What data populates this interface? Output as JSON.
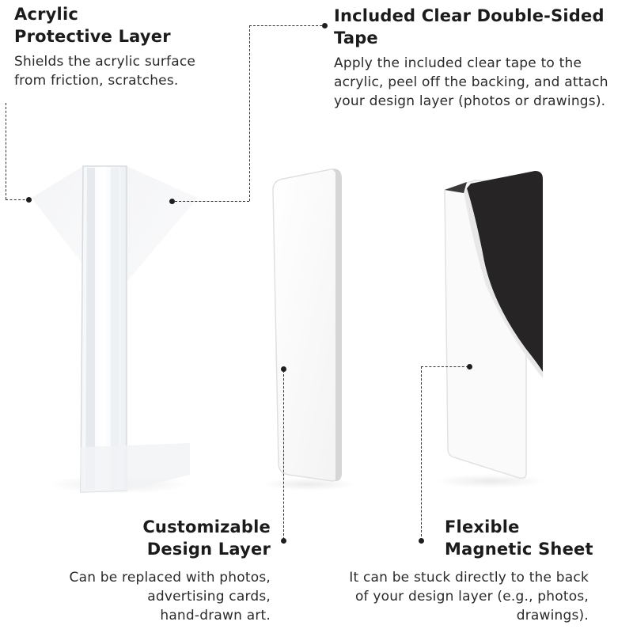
{
  "callouts": {
    "acrylic": {
      "title_lines": [
        "Acrylic",
        "Protective Layer"
      ],
      "desc_lines": [
        "Shields the acrylic surface",
        "from friction, scratches."
      ],
      "icon": "dot-marker"
    },
    "tape": {
      "title_lines": [
        "Included Clear Double-Sided",
        "Tape"
      ],
      "desc_lines": [
        "Apply the included clear tape to the",
        "acrylic, peel off the backing, and attach",
        "your design layer (photos or drawings)."
      ],
      "icon": "dot-marker"
    },
    "design": {
      "title_lines": [
        "Customizable",
        "Design Layer"
      ],
      "desc_lines": [
        "Can be replaced with photos,",
        "advertising cards,",
        "hand-drawn art."
      ],
      "icon": "dot-marker"
    },
    "magnet": {
      "title_lines": [
        "Flexible",
        "Magnetic Sheet"
      ],
      "desc_lines": [
        "It can be stuck directly to the back",
        "of your design layer (e.g., photos,",
        "drawings)."
      ],
      "icon": "dot-marker"
    }
  },
  "colors": {
    "background": "#ffffff",
    "text": "#1f1f1f",
    "magnet_sheet": "#262424",
    "acrylic_edge": "#d9dde2"
  }
}
